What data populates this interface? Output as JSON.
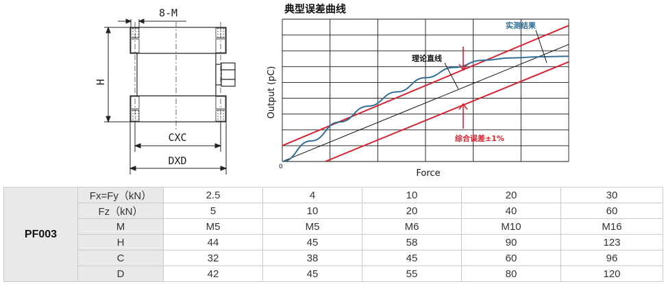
{
  "drawing": {
    "thread_label": "8-M",
    "height_label": "H",
    "c_label": "CXC",
    "d_label": "DXD"
  },
  "chart": {
    "title": "典型误差曲线",
    "ylabel": "Output (pC)",
    "xlabel": "Force",
    "origin_label": "0",
    "actual_label": "实测结果",
    "ideal_label": "理论直线",
    "error_label": "综合误差±1%",
    "colors": {
      "grid": "#111111",
      "ideal": "#111111",
      "band": "#d8202f",
      "actual": "#2f6e94"
    }
  },
  "chart_data": {
    "type": "line",
    "title": "典型误差曲线",
    "xlabel": "Force",
    "ylabel": "Output (pC)",
    "grid": true,
    "series": [
      {
        "name": "理论直线",
        "x": [
          0,
          10
        ],
        "y": [
          0,
          7.4
        ]
      },
      {
        "name": "实测结果",
        "x": [
          0,
          1,
          2,
          3,
          4,
          5,
          6,
          7,
          8,
          9,
          10
        ],
        "y": [
          0,
          1.3,
          2.5,
          3.5,
          4.4,
          5.3,
          5.95,
          6.4,
          6.55,
          6.62,
          6.65
        ]
      },
      {
        "x": [
          0,
          10
        ],
        "y": [
          1.0,
          8.6
        ]
      },
      {
        "x": [
          1.5,
          10
        ],
        "y": [
          0,
          6.3
        ]
      }
    ],
    "xlim": [
      0,
      10
    ],
    "ylim": [
      0,
      9
    ]
  },
  "table": {
    "model": "PF003",
    "rows": [
      {
        "param": "Fx=Fy（kN）",
        "values": [
          "2.5",
          "4",
          "10",
          "20",
          "30"
        ]
      },
      {
        "param": "Fz（kN）",
        "values": [
          "5",
          "10",
          "20",
          "40",
          "60"
        ]
      },
      {
        "param": "M",
        "values": [
          "M5",
          "M5",
          "M6",
          "M10",
          "M16"
        ]
      },
      {
        "param": "H",
        "values": [
          "44",
          "45",
          "58",
          "90",
          "123"
        ]
      },
      {
        "param": "C",
        "values": [
          "32",
          "38",
          "45",
          "60",
          "96"
        ]
      },
      {
        "param": "D",
        "values": [
          "42",
          "45",
          "55",
          "80",
          "120"
        ]
      }
    ]
  }
}
